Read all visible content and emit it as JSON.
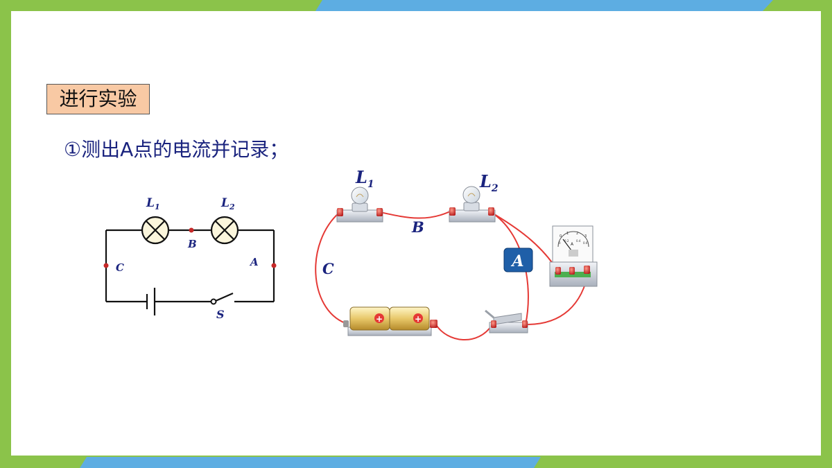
{
  "heading": {
    "tag_label": "进行实验"
  },
  "step": {
    "text": "①测出A点的电流并记录；"
  },
  "schematic": {
    "lamp1_label": "L",
    "lamp1_sub": "1",
    "lamp2_label": "L",
    "lamp2_sub": "2",
    "point_b": "B",
    "point_c": "C",
    "point_a": "A",
    "switch_label": "S"
  },
  "apparatus": {
    "lamp1_label": "L",
    "lamp1_sub": "1",
    "lamp2_label": "L",
    "lamp2_sub": "2",
    "point_b": "B",
    "point_c": "C",
    "ammeter_symbol": "A",
    "meter_scale": [
      "0",
      "1",
      "2",
      "3"
    ],
    "meter_scale_small": [
      "0",
      "0.2",
      "0.4",
      "0.6"
    ],
    "meter_dial_letter": "A"
  },
  "colors": {
    "frame_green": "#8bc34a",
    "frame_blue": "#5dade2",
    "wire_red": "#e53935",
    "label_navy": "#1a237e",
    "ammeter_badge": "#1f5fa8"
  }
}
